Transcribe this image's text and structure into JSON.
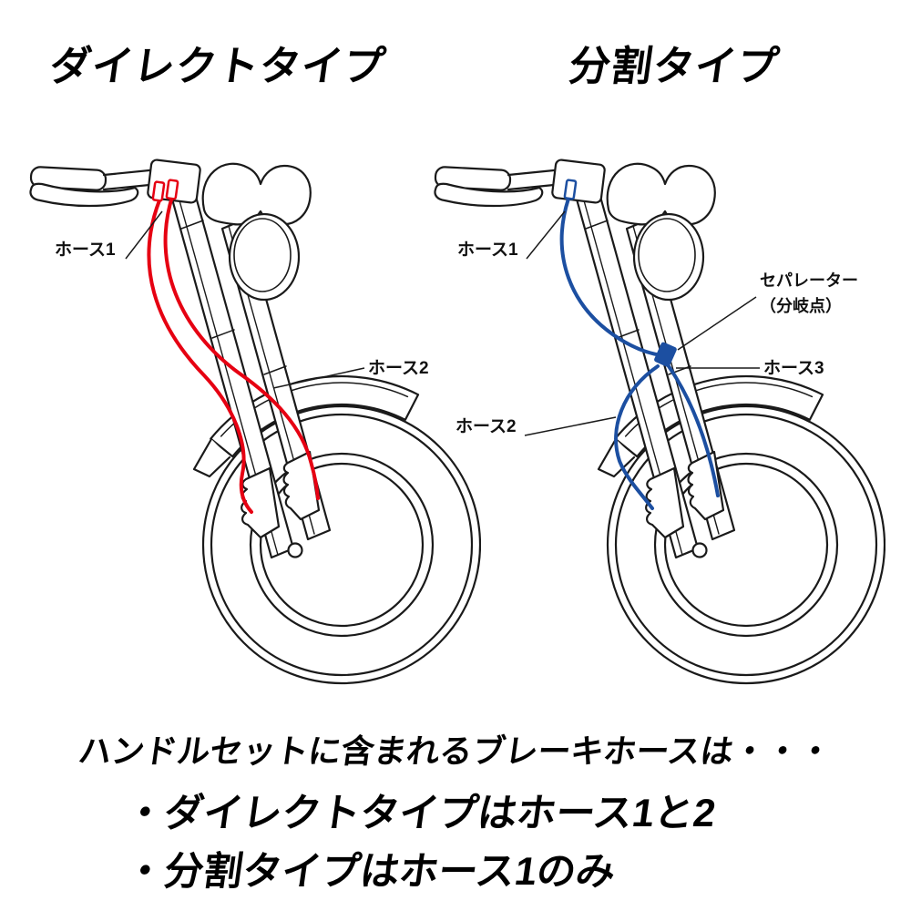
{
  "colors": {
    "line": "#1a1a1a",
    "direct_hose": "#e60012",
    "split_hose": "#1c4fa1",
    "background": "#ffffff"
  },
  "titles": {
    "direct": "ダイレクトタイプ",
    "split": "分割タイプ"
  },
  "diagram_direct": {
    "labels": {
      "hose1": "ホース1",
      "hose2": "ホース2"
    }
  },
  "diagram_split": {
    "labels": {
      "hose1": "ホース1",
      "hose2": "ホース2",
      "hose3": "ホース3",
      "separator_line1": "セパレーター",
      "separator_line2": "（分岐点）"
    }
  },
  "footer": {
    "intro": "ハンドルセットに含まれるブレーキホースは・・・",
    "bullet_direct": "・ダイレクトタイプはホース1と2",
    "bullet_split": "・分割タイプはホース1のみ"
  }
}
